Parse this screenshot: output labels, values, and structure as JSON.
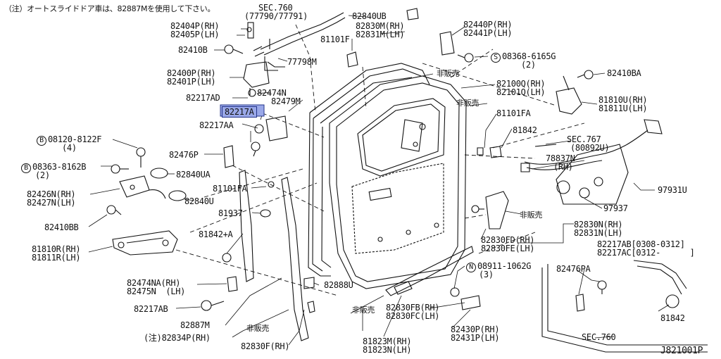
{
  "note": "（注）オートスライドドア車は、82887Mを使用して下さい。",
  "diagram_id": "J821001P",
  "labels": {
    "sec760_top": "SEC.760",
    "sec760_top_sub": "(77790/77791)",
    "l82404": "82404P(RH)",
    "l82405": "82405P(LH)",
    "l82410B": "82410B",
    "l77798": "77798M",
    "l82400": "82400P(RH)",
    "l82401": "82401P(LH)",
    "l82217AD": "82217AD",
    "l82474N": "82474N",
    "l82217A": "82217A",
    "l82479M": "82479M",
    "l82217AA": "82217AA",
    "l08120": "08120-8122F",
    "l08120_q": "(4)",
    "l82476P": "82476P",
    "l08363": "08363-8162B",
    "l08363_q": "(2)",
    "l82840UA": "82840UA",
    "l82426": "82426N(RH)",
    "l82427": "82427N(LH)",
    "l82840U": "82840U",
    "l82410BB": "82410BB",
    "l81810R": "81810R(RH)",
    "l81811R": "81811R(LH)",
    "l82474NA": "82474NA(RH)",
    "l82475N": "82475N  (LH)",
    "l82217AB": "82217AB",
    "l82887M": "82887M",
    "l82834P": "82834P(RH)",
    "l82834P_note": "(注)",
    "l82830F": "82830F(RH)",
    "l81101FA_left": "81101FA",
    "l81937": "81937",
    "l81842A": "81842+A",
    "l82888U": "82888U",
    "hanbai_1": "非販売",
    "hanbai_2": "非販売",
    "hanbai_3": "非販売",
    "hanbai_4": "非販売",
    "hanbai_5": "非販売",
    "l82840UB": "82840UB",
    "l82830M": "82830M(RH)",
    "l82831M": "82831M(LH)",
    "l81101F": "81101F",
    "l82440P": "82440P(RH)",
    "l82441P": "82441P(LH)",
    "l08368": "08368-6165G",
    "l08368_q": "(2)",
    "l82100Q": "82100Q(RH)",
    "l82101Q": "82101Q(LH)",
    "l82410BA": "82410BA",
    "l81101FA_right": "81101FA",
    "l81810U": "81810U(RH)",
    "l81811U": "81811U(LH)",
    "l81842_mid": "81842",
    "sec767": "SEC.767",
    "sec767_sub": "(80892U)",
    "l78837N": "78837N",
    "l78837N_sub": "(RH)",
    "l97931U": "97931U",
    "l97937": "97937",
    "l82830N": "82830N(RH)",
    "l82831N": "82831N(LH)",
    "l82830FD": "82830FD(RH)",
    "l82830FE": "82830FE(LH)",
    "l82217AB_r": "82217AB[0308-0312]",
    "l82217AC_r": "82217AC[0312-      ]",
    "l08911": "08911-1062G",
    "l08911_q": "(3)",
    "l82476PA": "82476PA",
    "l82830FB": "82830FB(RH)",
    "l82830FC": "82830FC(LH)",
    "l82430P": "82430P(RH)",
    "l82431P": "82431P(LH)",
    "l81823M": "81823M(RH)",
    "l81823N": "81823N(LH)",
    "sec760_bottom": "SEC.760",
    "l81842_br": "81842"
  },
  "circle_marks": {
    "b": "B",
    "s": "S",
    "n": "N"
  }
}
